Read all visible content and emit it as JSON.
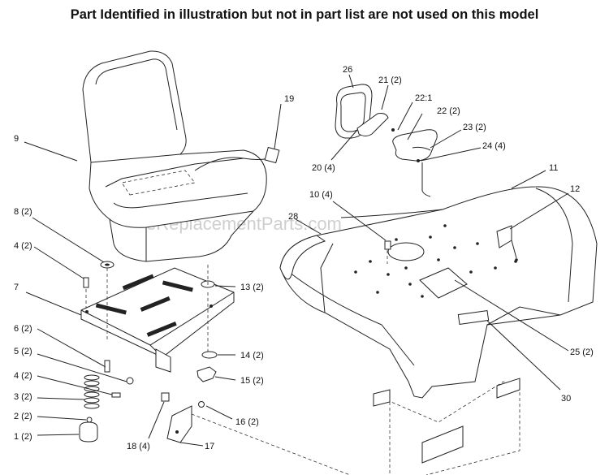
{
  "title": "Part Identified in illustration but not in part list are not used on this model",
  "watermark": "eReplacementParts.com",
  "callouts": {
    "c9": "9",
    "c19": "19",
    "c8": "8 (2)",
    "c4a": "4 (2)",
    "c7": "7",
    "c6": "6 (2)",
    "c5": "5 (2)",
    "c4b": "4 (2)",
    "c3": "3 (2)",
    "c2": "2 (2)",
    "c1": "1 (2)",
    "c13": "13 (2)",
    "c14": "14 (2)",
    "c15": "15 (2)",
    "c16": "16 (2)",
    "c17": "17",
    "c18": "18 (4)",
    "c26": "26",
    "c21": "21 (2)",
    "c221": "22:1",
    "c22": "22 (2)",
    "c23": "23 (2)",
    "c24": "24 (4)",
    "c20": "20 (4)",
    "c10": "10 (4)",
    "c11": "11",
    "c12": "12",
    "c28": "28",
    "c25": "25 (2)",
    "c30": "30"
  }
}
